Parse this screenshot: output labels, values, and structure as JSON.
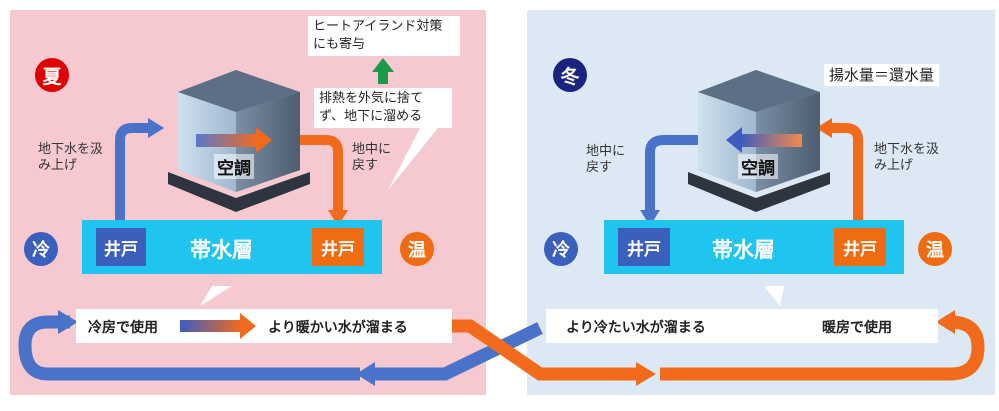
{
  "summer": {
    "season": "夏",
    "cold": "冷",
    "warm": "温",
    "aquifer": "帯水層",
    "well_left": "井戸",
    "well_right": "井戸",
    "hvac": "空調",
    "pump_up": "地下水を汲み上げ",
    "return": "地中に戻す",
    "exhaust": "排熱を外気に捨てず、地下に溜める",
    "heat_island": "ヒートアイランド対策にも寄与",
    "use": "冷房で使用",
    "result": "より暖かい水が溜まる"
  },
  "winter": {
    "season": "冬",
    "cold": "冷",
    "warm": "温",
    "aquifer": "帯水層",
    "well_left": "井戸",
    "well_right": "井戸",
    "hvac": "空調",
    "pump_up": "地下水を汲み上げ",
    "return": "地中に戻す",
    "balance": "揚水量＝還水量",
    "use": "暖房で使用",
    "result": "より冷たい水が溜まる"
  },
  "colors": {
    "summer_bg": "#f5c9cf",
    "winter_bg": "#dde8f5",
    "aquifer": "#1fc5ee",
    "cold_blue": "#4a72c9",
    "warm_orange": "#f26b1d",
    "season_summer": "#e00000",
    "season_winter": "#1a237e",
    "well_blue": "#3b5fbd",
    "well_orange": "#ef6c12",
    "up_arrow": "#1a9a4a"
  }
}
